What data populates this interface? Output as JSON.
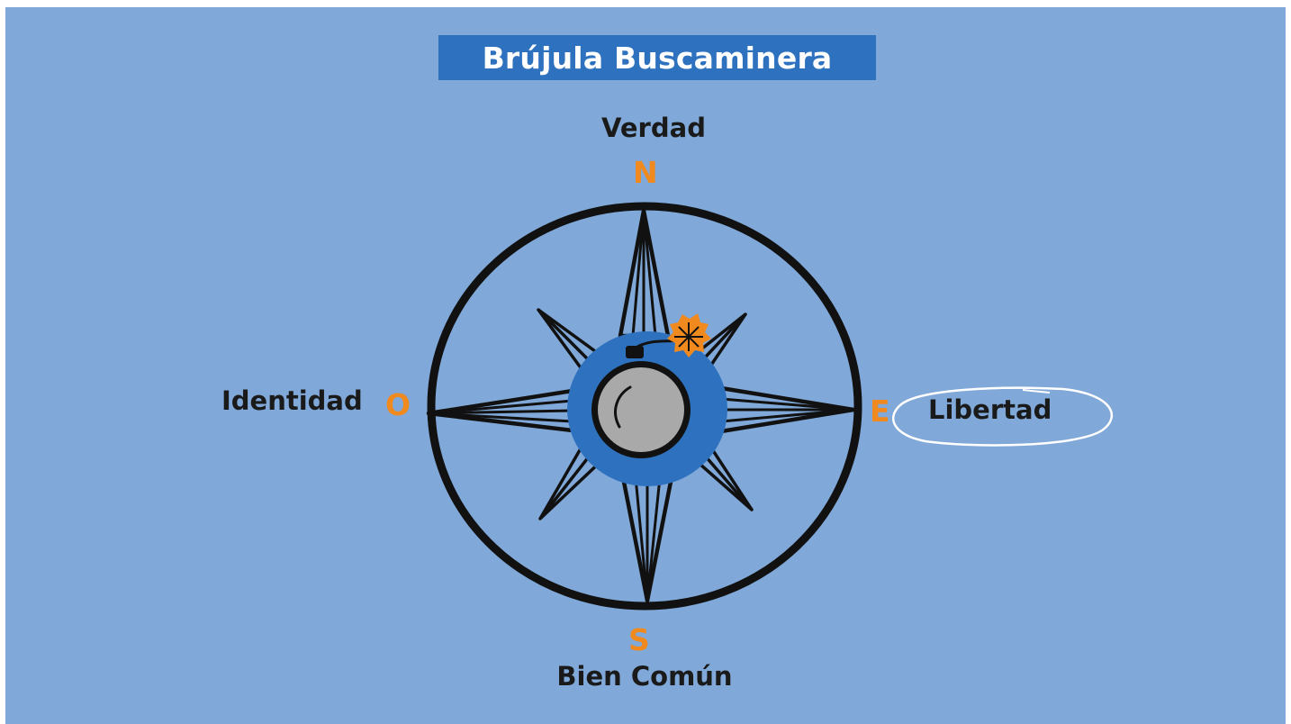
{
  "title": "Brújula Buscaminera",
  "directions": {
    "north": {
      "letter": "N",
      "label": "Verdad"
    },
    "south": {
      "letter": "S",
      "label": "Bien Común"
    },
    "west": {
      "letter": "O",
      "label": "Identidad"
    },
    "east": {
      "letter": "E",
      "label": "Libertad",
      "circled": true
    }
  },
  "colors": {
    "background": "#80a8d8",
    "title_bar": "#2e72bf",
    "letters": "#f08a1e",
    "center_disc": "#2e72bf",
    "bomb": "#a9a9a9",
    "spark": "#f08a1e"
  },
  "icons": [
    "compass-rose-icon",
    "bomb-icon",
    "spark-icon"
  ]
}
